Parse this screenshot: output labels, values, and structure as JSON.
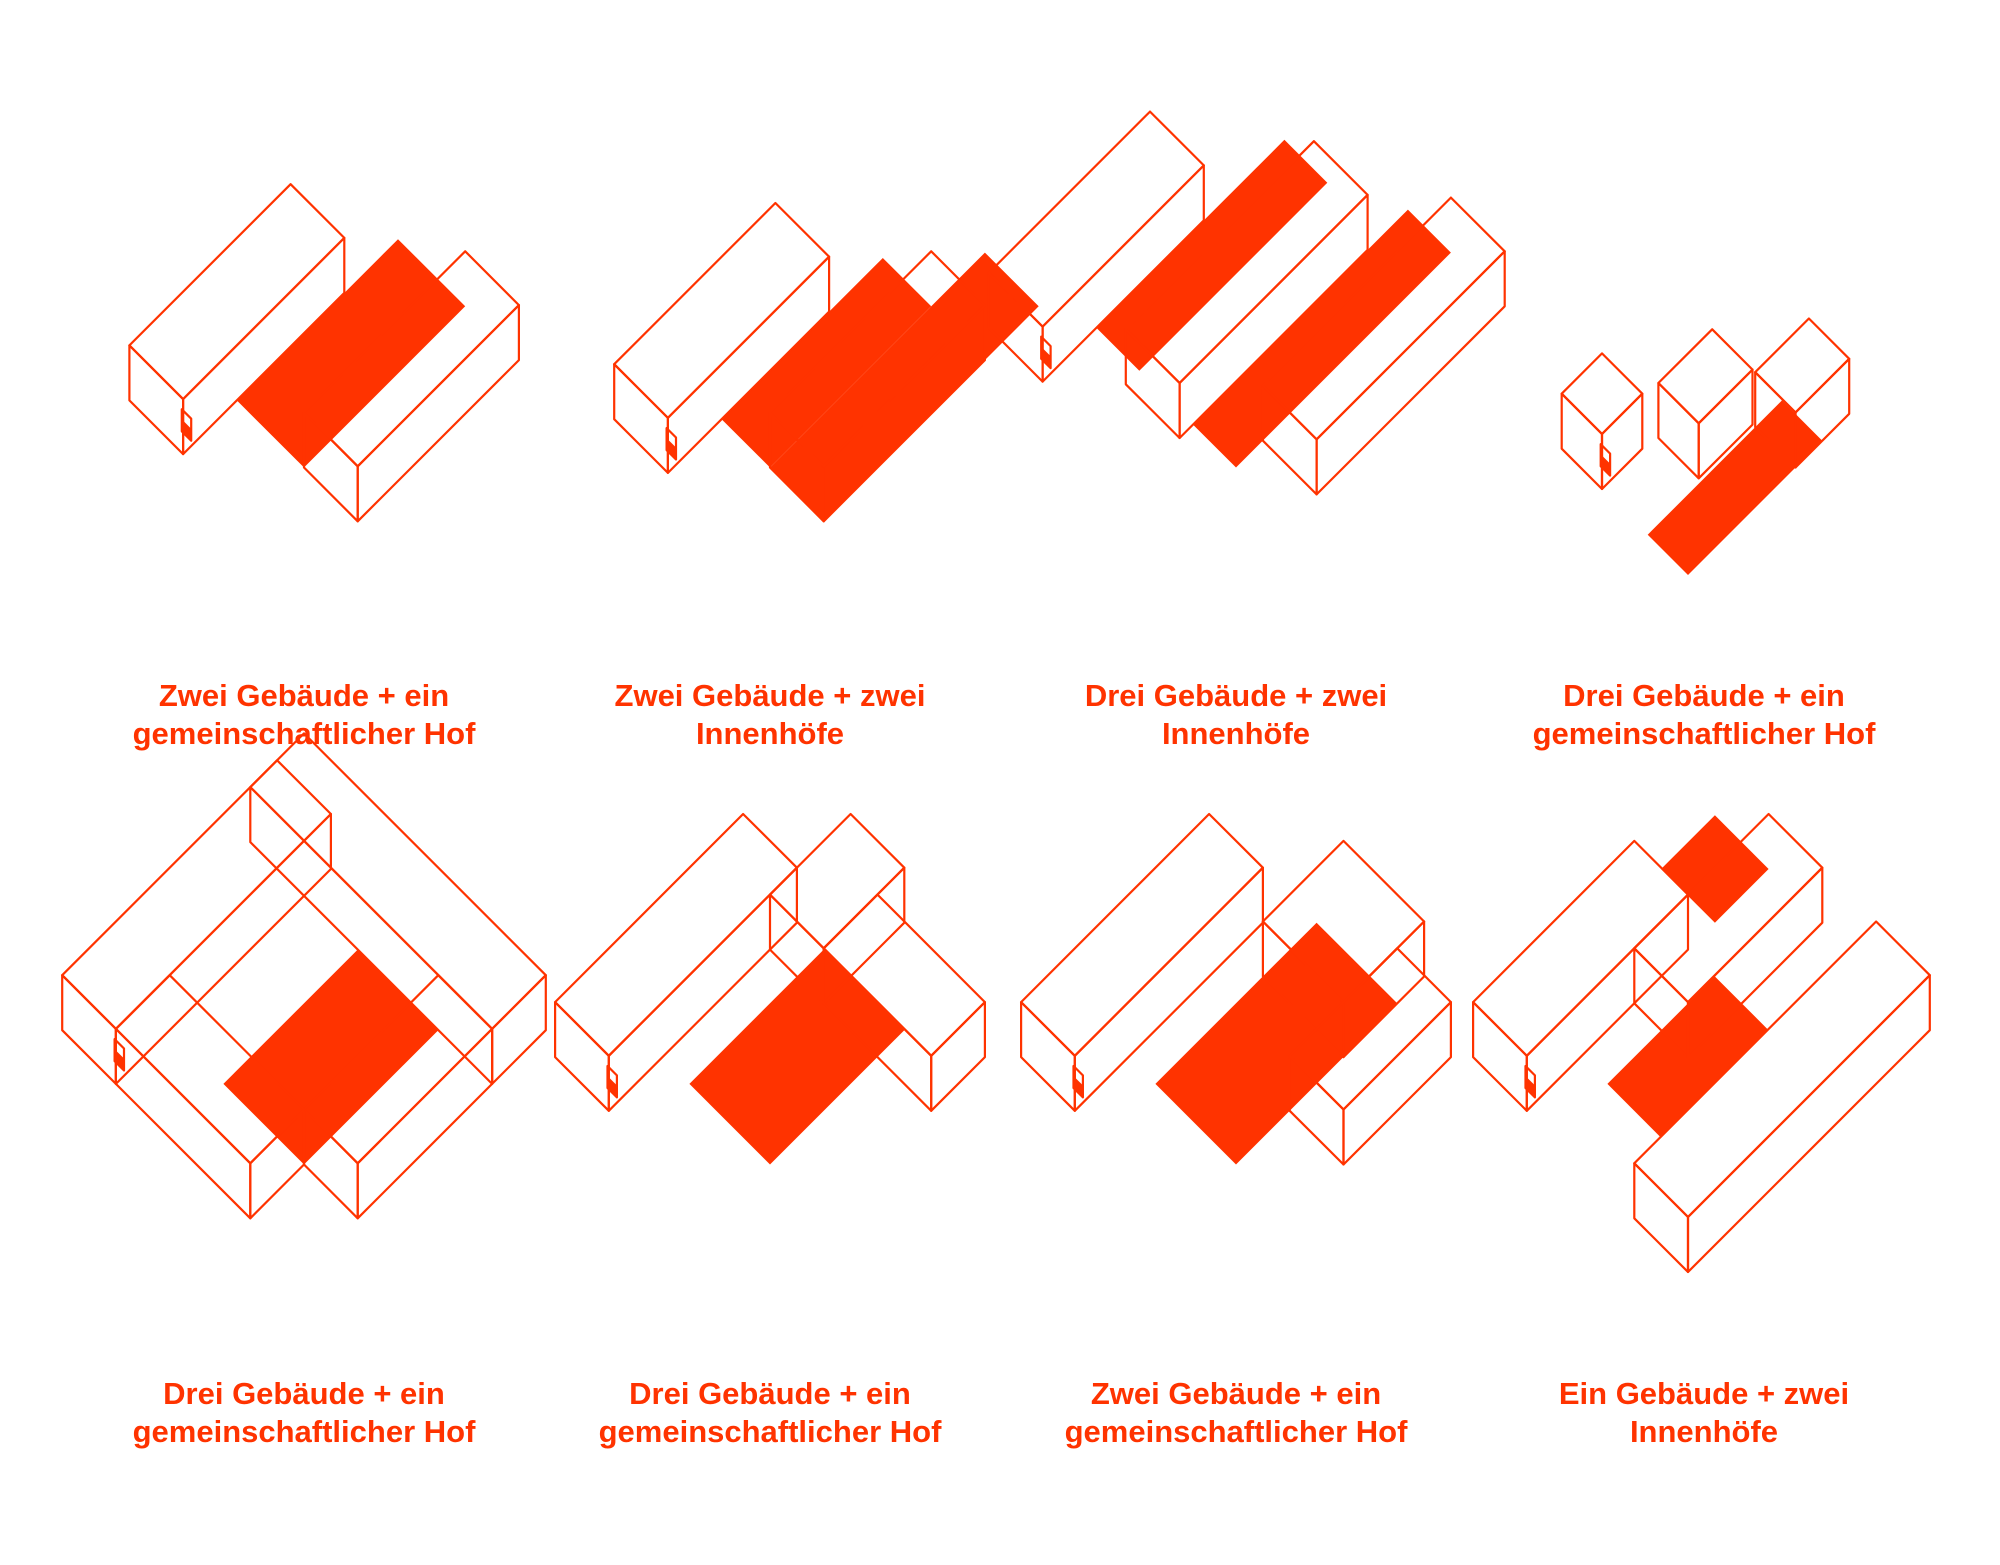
{
  "accent_color": "#ff3300",
  "diagrams": [
    {
      "name": "zwei-gebaeude-ein-hof",
      "line1": "Zwei Gebäude + ein",
      "line2": "gemeinschaftlicher Hof"
    },
    {
      "name": "zwei-gebaeude-zwei-innenhoefe",
      "line1": "Zwei Gebäude + zwei",
      "line2": "Innenhöfe"
    },
    {
      "name": "drei-gebaeude-zwei-innenhoefe",
      "line1": "Drei Gebäude + zwei",
      "line2": "Innenhöfe"
    },
    {
      "name": "drei-gebaeude-ein-hof-a",
      "line1": "Drei Gebäude + ein",
      "line2": "gemeinschaftlicher Hof"
    },
    {
      "name": "drei-gebaeude-ein-hof-b",
      "line1": "Drei Gebäude + ein",
      "line2": "gemeinschaftlicher Hof"
    },
    {
      "name": "drei-gebaeude-ein-hof-c",
      "line1": "Drei Gebäude + ein",
      "line2": "gemeinschaftlicher Hof"
    },
    {
      "name": "zwei-gebaeude-ein-hof-b",
      "line1": "Zwei Gebäude + ein",
      "line2": "gemeinschaftlicher Hof"
    },
    {
      "name": "ein-gebaeude-zwei-innenhoefe",
      "line1": "Ein Gebäude + zwei",
      "line2": "Innenhöfe"
    }
  ]
}
